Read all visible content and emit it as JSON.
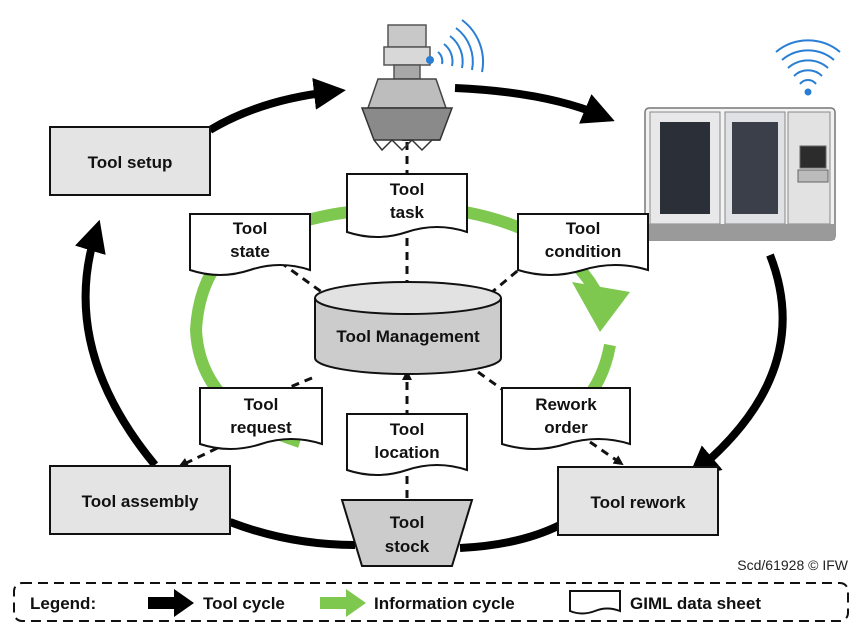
{
  "nodes": {
    "tool_setup": "Tool setup",
    "tool_assembly": "Tool assembly",
    "tool_rework": "Tool rework",
    "tool_management": "Tool Management",
    "tool_stock": [
      "Tool",
      "stock"
    ]
  },
  "sheets": {
    "tool_task": [
      "Tool",
      "task"
    ],
    "tool_state": [
      "Tool",
      "state"
    ],
    "tool_condition": [
      "Tool",
      "condition"
    ],
    "tool_request": [
      "Tool",
      "request"
    ],
    "rework_order": [
      "Rework",
      "order"
    ],
    "tool_location": [
      "Tool",
      "location"
    ]
  },
  "copyright": "Scd/61928 © IFW",
  "legend": {
    "title": "Legend:",
    "tool_cycle": "Tool cycle",
    "information_cycle": "Information cycle",
    "giml_data_sheet": "GIML data sheet"
  },
  "colors": {
    "tool_cycle": "#000000",
    "information_cycle": "#7ec850",
    "box_fill": "#e4e4e4"
  },
  "icons": [
    "milling-tool-icon",
    "machine-tool-icon",
    "wireless-signal-icon"
  ]
}
